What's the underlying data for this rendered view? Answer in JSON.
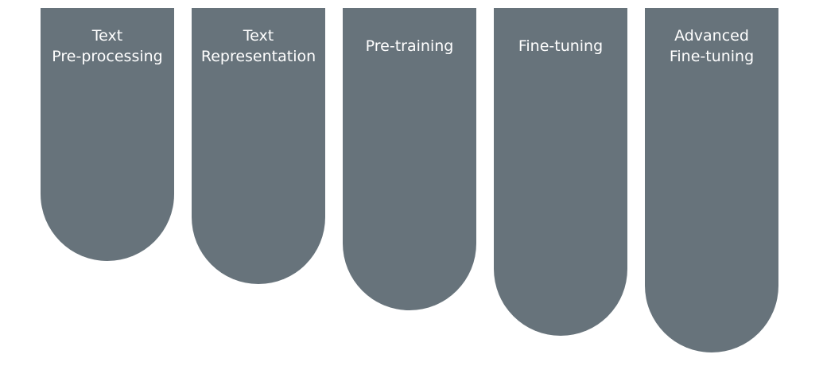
{
  "diagram": {
    "fill_color": "#67737b",
    "text_color": "#ffffff",
    "stages": [
      {
        "label": "Text\nPre-processing"
      },
      {
        "label": "Text\nRepresentation"
      },
      {
        "label": "Pre-training"
      },
      {
        "label": "Fine-tuning"
      },
      {
        "label": "Advanced\nFine-tuning"
      }
    ]
  }
}
